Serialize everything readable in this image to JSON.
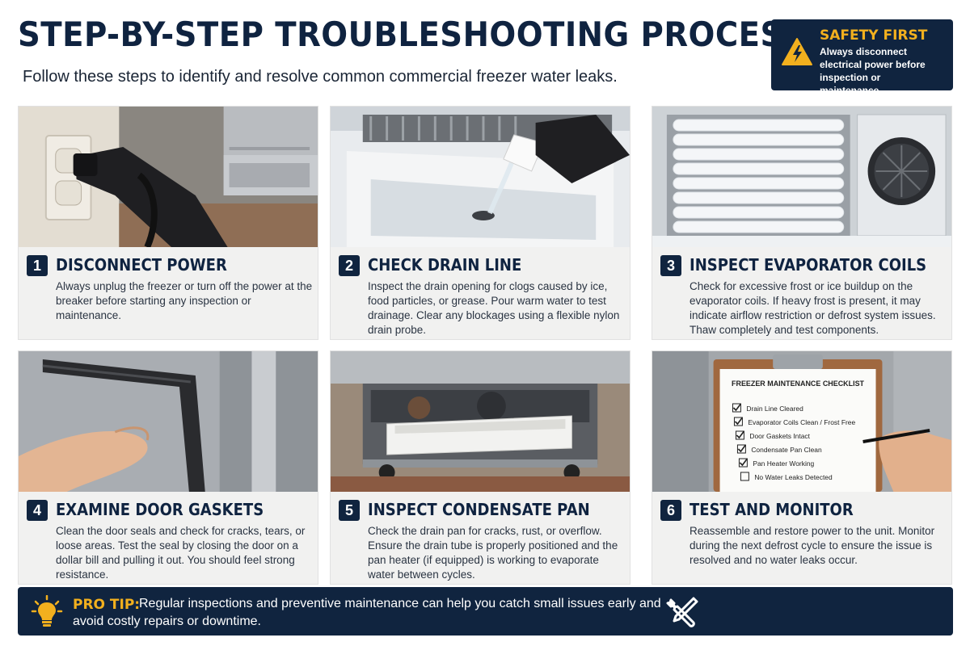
{
  "header": {
    "title": "STEP-BY-STEP TROUBLESHOOTING PROCESS",
    "subtitle": "Follow these steps to identify and resolve common commercial freezer water leaks."
  },
  "safety": {
    "title": "SAFETY FIRST",
    "text": "Always disconnect electrical power before inspection or maintenance.",
    "icon": "warning-triangle-icon"
  },
  "steps": [
    {
      "number": "1",
      "title": "DISCONNECT POWER",
      "text": "Always unplug the freezer or turn off the power at the breaker before starting any inspection or maintenance."
    },
    {
      "number": "2",
      "title": "CHECK DRAIN LINE",
      "text": "Inspect the drain opening for clogs caused by ice, food particles, or grease. Pour warm water to test drainage. Clear any blockages using a flexible nylon drain probe."
    },
    {
      "number": "3",
      "title": "INSPECT EVAPORATOR COILS",
      "text": "Check for excessive frost or ice buildup on the evaporator coils. If heavy frost is present, it may indicate airflow restriction or defrost system issues. Thaw completely and test components."
    },
    {
      "number": "4",
      "title": "EXAMINE DOOR GASKETS",
      "text": "Clean the door seals and check for cracks, tears, or loose areas. Test the seal by closing the door on a dollar bill and pulling it out. You should feel strong resistance."
    },
    {
      "number": "5",
      "title": "INSPECT CONDENSATE PAN",
      "text": "Check the drain pan for cracks, rust, or overflow. Ensure the drain tube is properly positioned and the pan heater (if equipped) is working to evaporate water between cycles."
    },
    {
      "number": "6",
      "title": "TEST AND MONITOR",
      "text": "Reassemble and restore power to the unit. Monitor during the next defrost cycle to ensure the issue is resolved and no water leaks occur."
    }
  ],
  "checklist": {
    "title": "FREEZER MAINTENANCE CHECKLIST",
    "items": [
      "Drain Line Cleared",
      "Evaporator Coils Clean / Frost Free",
      "Door Gaskets Intact",
      "Condensate Pan Clean",
      "Pan Heater Working",
      "No Water Leaks Detected"
    ]
  },
  "protip": {
    "label": "PRO TIP:",
    "text": "Regular inspections and preventive maintenance can help you catch small issues early and avoid costly repairs or downtime.",
    "icon": "lightbulb-icon",
    "tools_icon": "wrench-screwdriver-icon"
  },
  "colors": {
    "navy": "#10243f",
    "gold": "#f2b01e",
    "card": "#f1f1f0"
  }
}
